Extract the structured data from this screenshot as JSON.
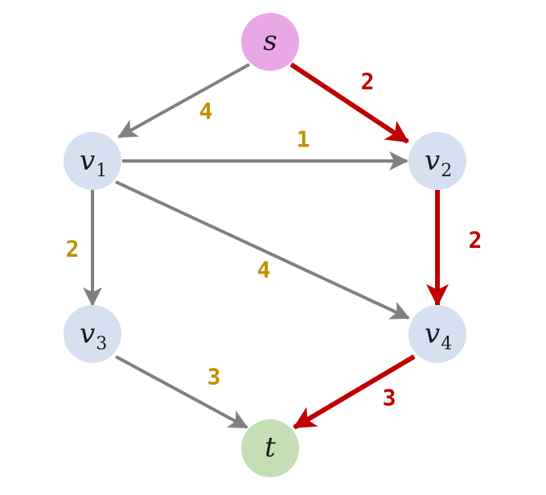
{
  "colors": {
    "node_default": "#d6e0f1",
    "node_source": "#eaa7e6",
    "node_sink": "#c4dfb4",
    "edge_default": "#808080",
    "edge_highlight": "#c00000",
    "weight_default": "#c09000",
    "weight_highlight": "#c00000"
  },
  "nodes": [
    {
      "id": "s",
      "base": "s",
      "sub": ""
    },
    {
      "id": "v1",
      "base": "v",
      "sub": "1"
    },
    {
      "id": "v2",
      "base": "v",
      "sub": "2"
    },
    {
      "id": "v3",
      "base": "v",
      "sub": "3"
    },
    {
      "id": "v4",
      "base": "v",
      "sub": "4"
    },
    {
      "id": "t",
      "base": "t",
      "sub": ""
    }
  ],
  "edges": [
    {
      "from": "s",
      "to": "v1",
      "weight": "4",
      "highlighted": false
    },
    {
      "from": "s",
      "to": "v2",
      "weight": "2",
      "highlighted": true
    },
    {
      "from": "v1",
      "to": "v2",
      "weight": "1",
      "highlighted": false
    },
    {
      "from": "v1",
      "to": "v3",
      "weight": "2",
      "highlighted": false
    },
    {
      "from": "v1",
      "to": "v4",
      "weight": "4",
      "highlighted": false
    },
    {
      "from": "v2",
      "to": "v4",
      "weight": "2",
      "highlighted": true
    },
    {
      "from": "v3",
      "to": "t",
      "weight": "3",
      "highlighted": false
    },
    {
      "from": "v4",
      "to": "t",
      "weight": "3",
      "highlighted": true
    }
  ]
}
